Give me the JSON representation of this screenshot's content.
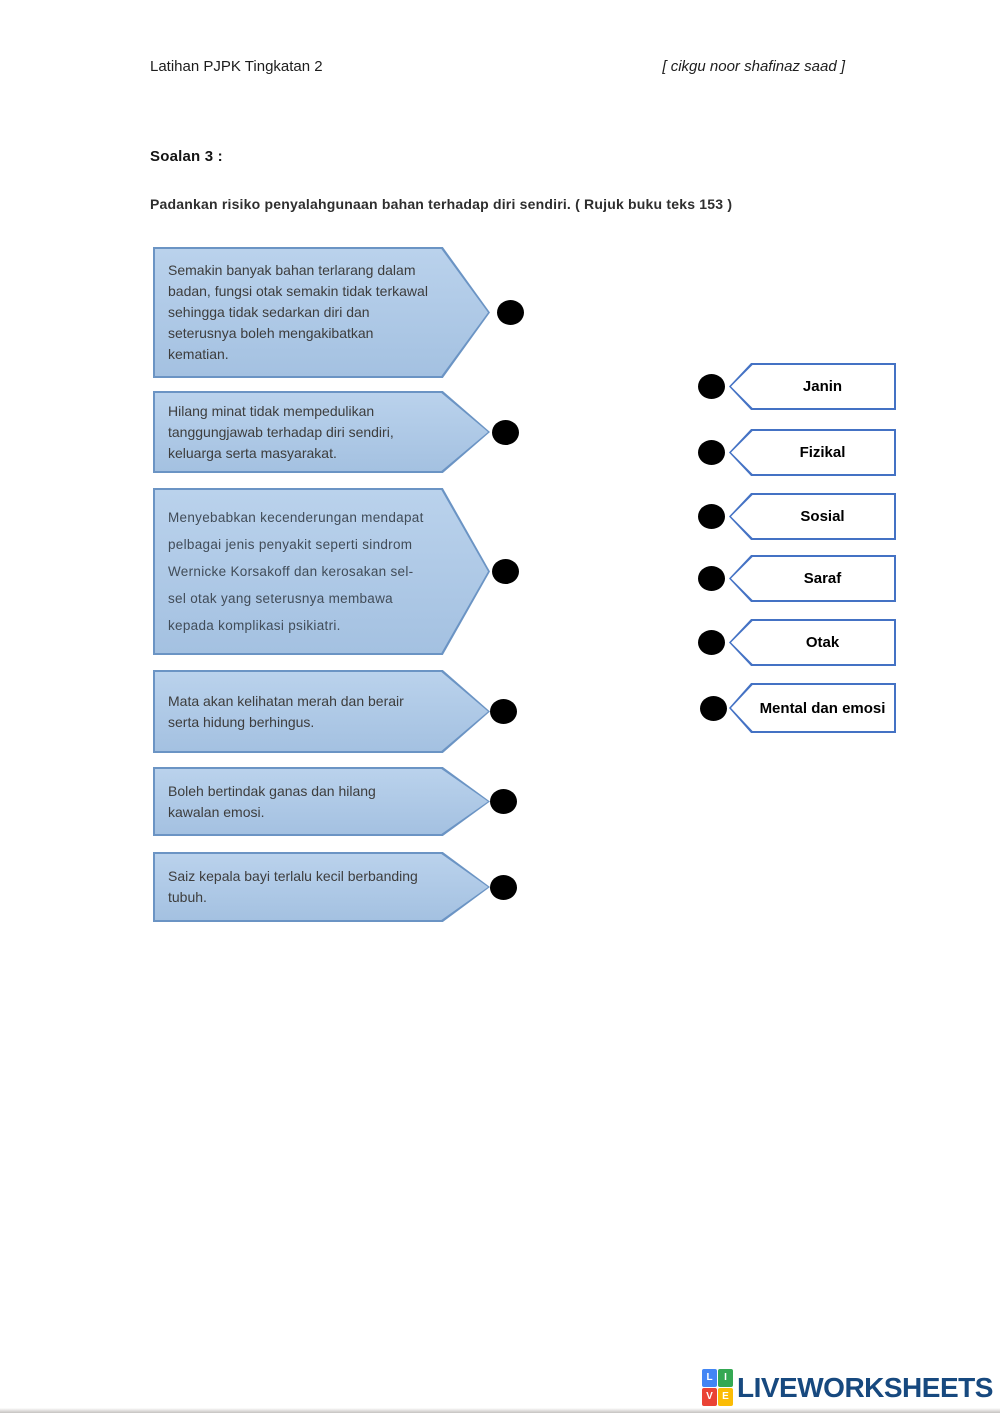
{
  "header": {
    "left": "Latihan PJPK Tingkatan 2",
    "right": "[ cikgu noor shafinaz saad ]"
  },
  "question": {
    "label": "Soalan 3 :",
    "instruction": "Padankan risiko penyalahgunaan bahan terhadap diri sendiri. ( Rujuk buku teks 153 )"
  },
  "match": {
    "left_items": [
      {
        "text": "Semakin banyak bahan terlarang dalam badan, fungsi otak semakin tidak terkawal sehingga tidak sedarkan diri dan seterusnya boleh mengakibatkan kematian."
      },
      {
        "text": "Hilang minat tidak mempedulikan tanggungjawab terhadap diri sendiri, keluarga serta masyarakat."
      },
      {
        "text": "Menyebabkan kecenderungan mendapat pelbagai jenis penyakit seperti sindrom Wernicke Korsakoff dan kerosakan sel-sel otak yang seterusnya membawa kepada komplikasi psikiatri."
      },
      {
        "text": "Mata akan kelihatan merah dan berair serta hidung berhingus."
      },
      {
        "text": "Boleh bertindak ganas dan hilang kawalan emosi."
      },
      {
        "text": "Saiz kepala bayi terlalu kecil berbanding tubuh."
      }
    ],
    "right_items": [
      {
        "label": "Janin"
      },
      {
        "label": "Fizikal"
      },
      {
        "label": "Sosial"
      },
      {
        "label": "Saraf"
      },
      {
        "label": "Otak"
      },
      {
        "label": "Mental dan emosi"
      }
    ]
  },
  "footer": {
    "brand": "LIVEWORKSHEETS",
    "icon_letters": [
      "L",
      "I",
      "V",
      "E"
    ]
  },
  "colors": {
    "source_box_fill_top": "#bad2ec",
    "source_box_fill_bottom": "#a4c1e1",
    "source_box_border": "#6b94c4",
    "target_box_border": "#4472c4",
    "dot": "#000000",
    "brand_text": "#17497f",
    "brand_square_l": "#4285f4",
    "brand_square_i": "#34a853",
    "brand_square_v": "#ea4335",
    "brand_square_e": "#fbbc05"
  }
}
